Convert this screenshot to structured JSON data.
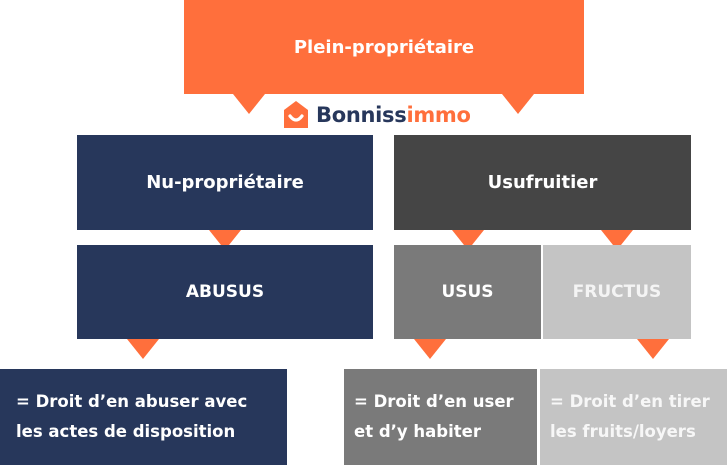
{
  "colors": {
    "accent": "#ff6f3c",
    "navy": "#27375b",
    "dark_gray": "#454545",
    "mid_gray": "#7a7a7a",
    "light_gray": "#c4c4c4"
  },
  "top": {
    "label": "Plein-propriétaire"
  },
  "logo": {
    "part1": "Bonniss",
    "part2": "immo",
    "icon": "house-smile-icon"
  },
  "nu": {
    "label": "Nu-propriétaire"
  },
  "usufruitier": {
    "label": "Usufruitier"
  },
  "abusus": {
    "label": "ABUSUS",
    "definition": [
      "= Droit d’en abuser avec",
      "les actes de disposition"
    ]
  },
  "usus": {
    "label": "USUS",
    "definition": [
      "= Droit d’en user",
      "et d’y habiter"
    ]
  },
  "fructus": {
    "label": "FRUCTUS",
    "definition": [
      "= Droit d’en tirer",
      "les fruits/loyers"
    ]
  }
}
